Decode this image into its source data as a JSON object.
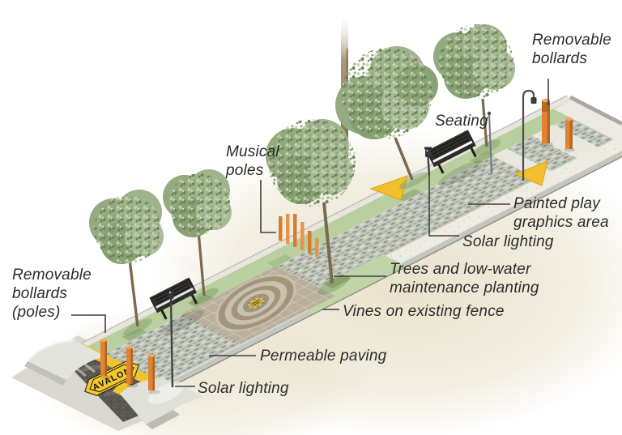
{
  "labels": {
    "removable_bollards_right": "Removable\nbollards",
    "seating": "Seating",
    "musical_poles": "Musical\npoles",
    "painted_play": "Painted play\ngraphics area",
    "solar_lighting_right": "Solar lighting",
    "trees_planting": "Trees and low-water\nmaintenance planting",
    "vines": "Vines on existing fence",
    "permeable_paving": "Permeable paving",
    "solar_lighting_bottom": "Solar lighting",
    "removable_bollards_left": "Removable\nbollards\n(poles)"
  },
  "sign": {
    "text": "AVALON"
  },
  "colors": {
    "label_text": "#2b2b2b",
    "leader_line": "#3e3e3e",
    "bollard_orange": "#e08332",
    "play_yellow": "#f2c52f",
    "sign_yellow": "#f5c62e",
    "paving_gray": "#c4c8be",
    "planting_green": "#b9cf9f",
    "concrete_white": "#eeece3",
    "asphalt_dark": "#585751",
    "foliage_green": "#94aa80",
    "background_beige": "#e8e1ca"
  }
}
